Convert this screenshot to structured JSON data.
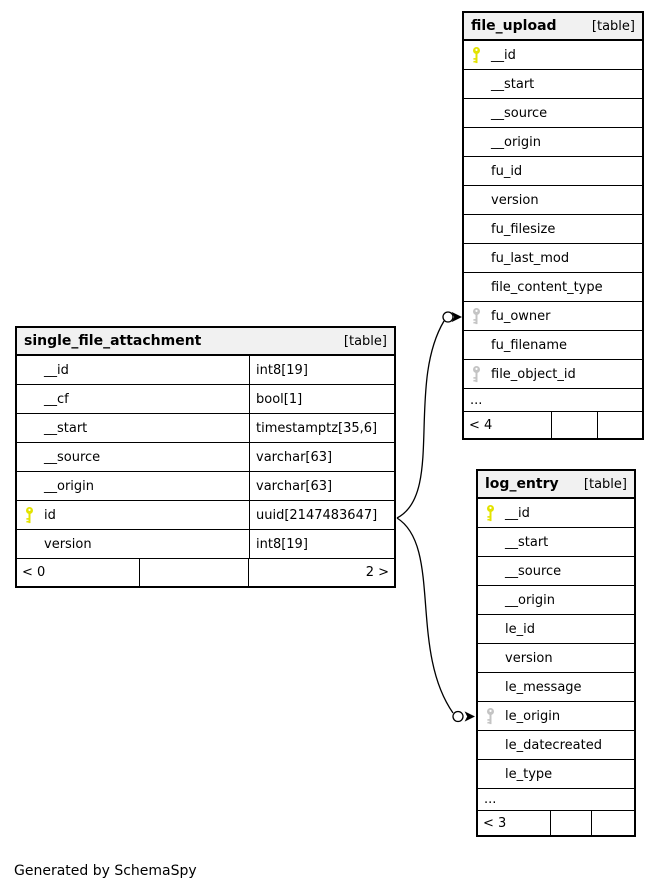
{
  "generator_note": "Generated by SchemaSpy",
  "colors": {
    "pk_key": "#e3e300",
    "fk_key": "#c4c4c4",
    "header_bg": "#f1f1f1",
    "border": "#000000"
  },
  "tables": [
    {
      "id": "single_file_attachment",
      "title": "single_file_attachment",
      "badge": "[table]",
      "show_types": true,
      "rows": [
        {
          "name": "__id",
          "type": "int8[19]",
          "key": ""
        },
        {
          "name": "__cf",
          "type": "bool[1]",
          "key": ""
        },
        {
          "name": "__start",
          "type": "timestamptz[35,6]",
          "key": ""
        },
        {
          "name": "__source",
          "type": "varchar[63]",
          "key": ""
        },
        {
          "name": "__origin",
          "type": "varchar[63]",
          "key": ""
        },
        {
          "name": "id",
          "type": "uuid[2147483647]",
          "key": "primary"
        },
        {
          "name": "version",
          "type": "int8[19]",
          "key": ""
        }
      ],
      "ellipsis": "",
      "footer": {
        "left": "< 0",
        "middle": "",
        "right": "2 >"
      }
    },
    {
      "id": "file_upload",
      "title": "file_upload",
      "badge": "[table]",
      "show_types": false,
      "rows": [
        {
          "name": "__id",
          "type": "",
          "key": "primary"
        },
        {
          "name": "__start",
          "type": "",
          "key": ""
        },
        {
          "name": "__source",
          "type": "",
          "key": ""
        },
        {
          "name": "__origin",
          "type": "",
          "key": ""
        },
        {
          "name": "fu_id",
          "type": "",
          "key": ""
        },
        {
          "name": "version",
          "type": "",
          "key": ""
        },
        {
          "name": "fu_filesize",
          "type": "",
          "key": ""
        },
        {
          "name": "fu_last_mod",
          "type": "",
          "key": ""
        },
        {
          "name": "file_content_type",
          "type": "",
          "key": ""
        },
        {
          "name": "fu_owner",
          "type": "",
          "key": "foreign"
        },
        {
          "name": "fu_filename",
          "type": "",
          "key": ""
        },
        {
          "name": "file_object_id",
          "type": "",
          "key": "foreign"
        }
      ],
      "ellipsis": "...",
      "footer": {
        "left": "< 4",
        "middle": "",
        "right": ""
      }
    },
    {
      "id": "log_entry",
      "title": "log_entry",
      "badge": "[table]",
      "show_types": false,
      "rows": [
        {
          "name": "__id",
          "type": "",
          "key": "primary"
        },
        {
          "name": "__start",
          "type": "",
          "key": ""
        },
        {
          "name": "__source",
          "type": "",
          "key": ""
        },
        {
          "name": "__origin",
          "type": "",
          "key": ""
        },
        {
          "name": "le_id",
          "type": "",
          "key": ""
        },
        {
          "name": "version",
          "type": "",
          "key": ""
        },
        {
          "name": "le_message",
          "type": "",
          "key": ""
        },
        {
          "name": "le_origin",
          "type": "",
          "key": "foreign"
        },
        {
          "name": "le_datecreated",
          "type": "",
          "key": ""
        },
        {
          "name": "le_type",
          "type": "",
          "key": ""
        }
      ],
      "ellipsis": "...",
      "footer": {
        "left": "< 3",
        "middle": "",
        "right": ""
      }
    }
  ],
  "relationships": [
    {
      "from": "single_file_attachment.id",
      "to": "file_upload.fu_owner"
    },
    {
      "from": "single_file_attachment.id",
      "to": "log_entry.le_origin"
    }
  ]
}
